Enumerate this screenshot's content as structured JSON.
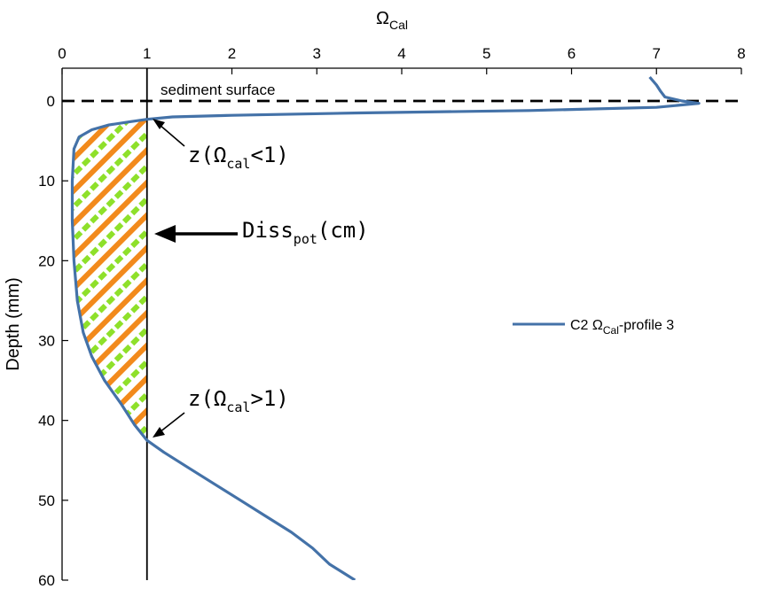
{
  "chart_data": {
    "type": "line",
    "title": "",
    "xlabel": "Ω",
    "xlabel_sub": "Cal",
    "ylabel": "Depth (mm)",
    "xlim": [
      0,
      8
    ],
    "ylim": [
      60,
      -5
    ],
    "y_inverted": true,
    "x_axis_position": "top",
    "x_ticks": [
      0,
      1,
      2,
      3,
      4,
      5,
      6,
      7,
      8
    ],
    "y_ticks": [
      0,
      10,
      20,
      30,
      40,
      50,
      60
    ],
    "grid": false,
    "legend_position": "right",
    "series": [
      {
        "name": "C2 ΩCal-profile 3",
        "color": "#4472a8",
        "x": [
          6.92,
          7.0,
          7.05,
          7.1,
          7.3,
          7.5,
          7.0,
          5.5,
          3.5,
          2.0,
          1.3,
          1.0,
          0.8,
          0.55,
          0.35,
          0.2,
          0.14,
          0.12,
          0.12,
          0.14,
          0.18,
          0.25,
          0.35,
          0.5,
          0.7,
          0.85,
          1.0,
          1.2,
          1.5,
          1.8,
          2.1,
          2.4,
          2.7,
          2.95,
          3.15,
          3.3,
          3.45
        ],
        "y": [
          -3.0,
          -2.0,
          -1.2,
          -0.5,
          0.0,
          0.3,
          0.8,
          1.2,
          1.5,
          1.8,
          2.0,
          2.3,
          2.6,
          3.0,
          3.6,
          4.5,
          6.0,
          10.0,
          15.0,
          20.0,
          25.0,
          29.0,
          32.0,
          35.0,
          38.0,
          40.5,
          42.5,
          44.0,
          46.0,
          48.0,
          50.0,
          52.0,
          54.0,
          56.0,
          58.0,
          59.0,
          60.0
        ]
      }
    ],
    "reference_lines": [
      {
        "type": "horizontal",
        "y": 0,
        "style": "dashed",
        "label": "sediment surface"
      },
      {
        "type": "vertical",
        "x": 1,
        "style": "solid"
      }
    ],
    "shaded_region": {
      "between": "curve and x=1",
      "y_from": 2.3,
      "y_to": 42.5,
      "pattern": "diagonal stripes",
      "colors": [
        "#f28a1c",
        "#8ee02a"
      ]
    },
    "annotations": [
      {
        "text": "z(Ω",
        "sub": "cal",
        "tail": "<1)",
        "point_x": 1,
        "point_y": 2.3
      },
      {
        "text": "Diss",
        "sub": "pot",
        "tail": "(cm)",
        "point_x": 1,
        "point_y": 16.8
      },
      {
        "text": "z(Ω",
        "sub": "cal",
        "tail": ">1)",
        "point_x": 1,
        "point_y": 42.5
      }
    ],
    "legend": {
      "text": "C2 Ω",
      "sub": "Cal",
      "tail": "-profile 3"
    }
  }
}
